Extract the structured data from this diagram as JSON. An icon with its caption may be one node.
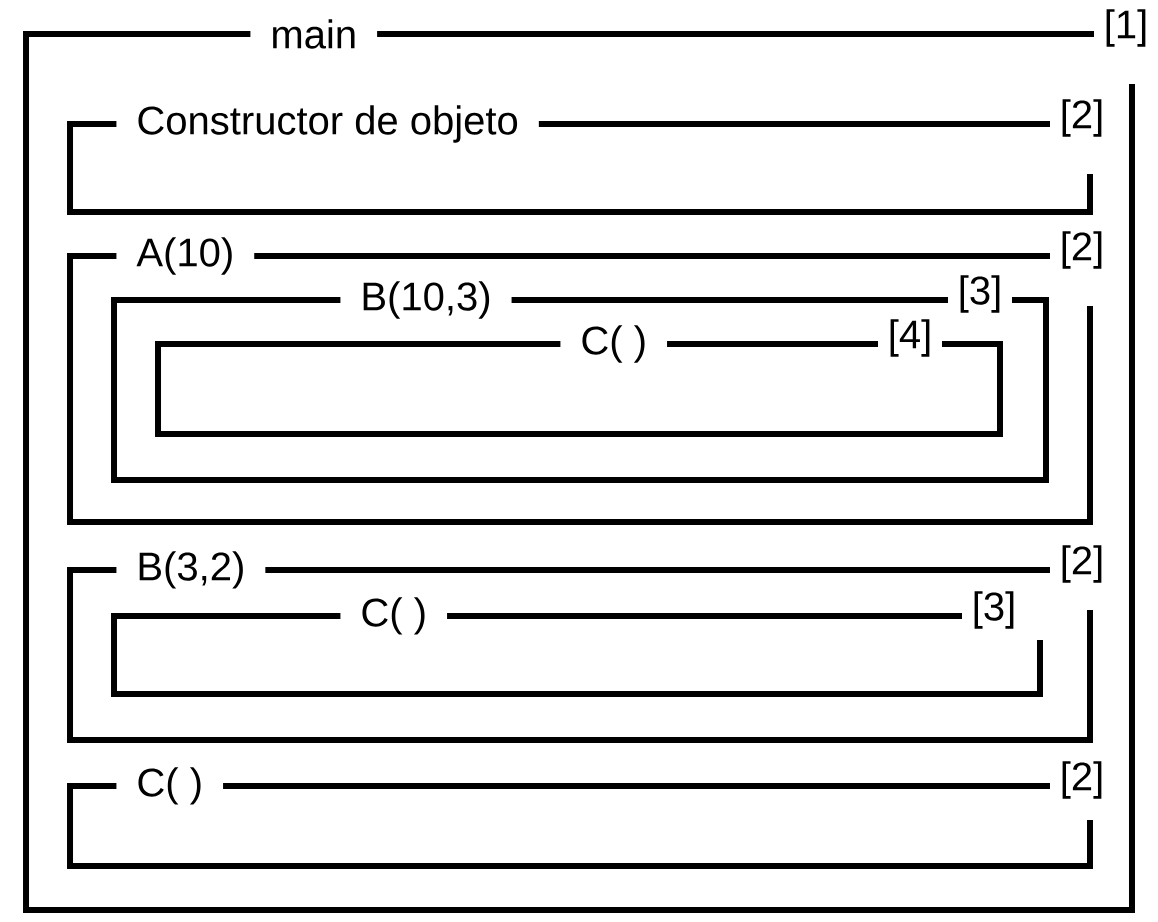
{
  "diagram": {
    "nodes": [
      {
        "text": [
          "main",
          "[1]"
        ]
      },
      {
        "text": [
          "Constructor de objeto",
          "[2]"
        ],
        "in": 0
      },
      {
        "text": [
          "A(10)",
          "[2]"
        ],
        "in": 0
      },
      {
        "text": [
          "B(10,3)",
          "[3]"
        ],
        "in": 2
      },
      {
        "text": [
          "C( )",
          "[4]"
        ],
        "in": 3
      },
      {
        "text": [
          "B(3,2)",
          "[2]"
        ],
        "in": 0
      },
      {
        "text": [
          "C( )",
          "[3]"
        ],
        "in": 5
      },
      {
        "text": [
          "C( )",
          "[2]"
        ],
        "in": 0
      }
    ]
  }
}
